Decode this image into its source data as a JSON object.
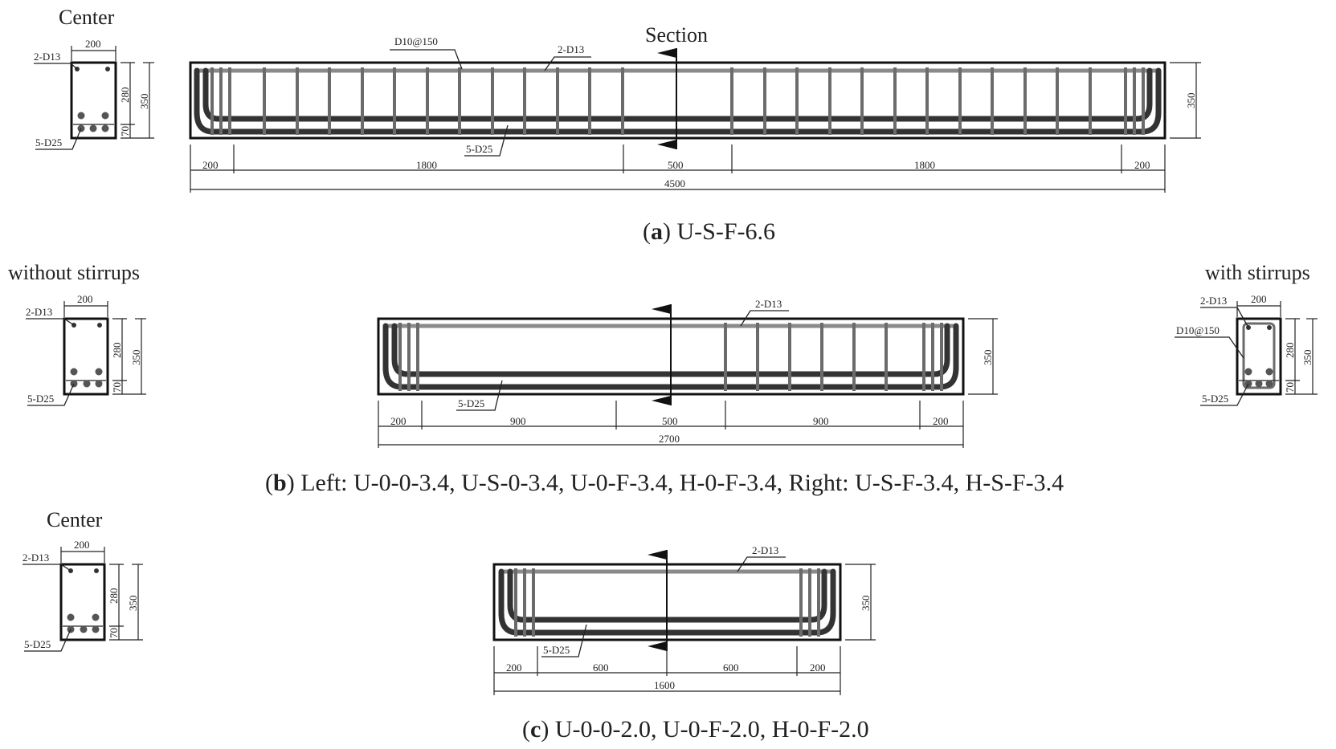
{
  "panel_a": {
    "section_title": "Center",
    "section": {
      "width": "200",
      "depth": "350",
      "effective_depth": "280",
      "cover": "70",
      "top_bar": "2-D13",
      "bottom_bar": "5-D25"
    },
    "section_marker": "Section",
    "labels": {
      "stirrup": "D10@150",
      "top_bar": "2-D13",
      "bottom_bar": "5-D25",
      "height": "350"
    },
    "dims": [
      "200",
      "1800",
      "500",
      "1800",
      "200"
    ],
    "total": "4500",
    "caption_letter": "a",
    "caption_text": " U-S-F-6.6"
  },
  "panel_b": {
    "left_title": "without stirrups",
    "right_title": "with stirrups",
    "left_section": {
      "width": "200",
      "depth": "350",
      "effective_depth": "280",
      "cover": "70",
      "top_bar": "2-D13",
      "bottom_bar": "5-D25"
    },
    "right_section": {
      "width": "200",
      "depth": "350",
      "effective_depth": "280",
      "cover": "70",
      "top_bar": "2-D13",
      "stirrup": "D10@150",
      "bottom_bar": "5-D25"
    },
    "labels": {
      "top_bar": "2-D13",
      "bottom_bar": "5-D25",
      "height": "350"
    },
    "dims": [
      "200",
      "900",
      "500",
      "900",
      "200"
    ],
    "total": "2700",
    "caption_letter": "b",
    "caption_text": " Left: U-0-0-3.4, U-S-0-3.4, U-0-F-3.4, H-0-F-3.4, Right: U-S-F-3.4, H-S-F-3.4"
  },
  "panel_c": {
    "section_title": "Center",
    "section": {
      "width": "200",
      "depth": "350",
      "effective_depth": "280",
      "cover": "70",
      "top_bar": "2-D13",
      "bottom_bar": "5-D25"
    },
    "labels": {
      "top_bar": "2-D13",
      "bottom_bar": "5-D25",
      "height": "350"
    },
    "dims": [
      "200",
      "600",
      "600",
      "200"
    ],
    "total": "1600",
    "caption_letter": "c",
    "caption_text": " U-0-0-2.0, U-0-F-2.0, H-0-F-2.0"
  },
  "colors": {
    "concrete_outline": "#111111",
    "bottom_bar": "#333333",
    "top_bar": "#8a8a8a",
    "stirrup": "#6b6b6b"
  }
}
